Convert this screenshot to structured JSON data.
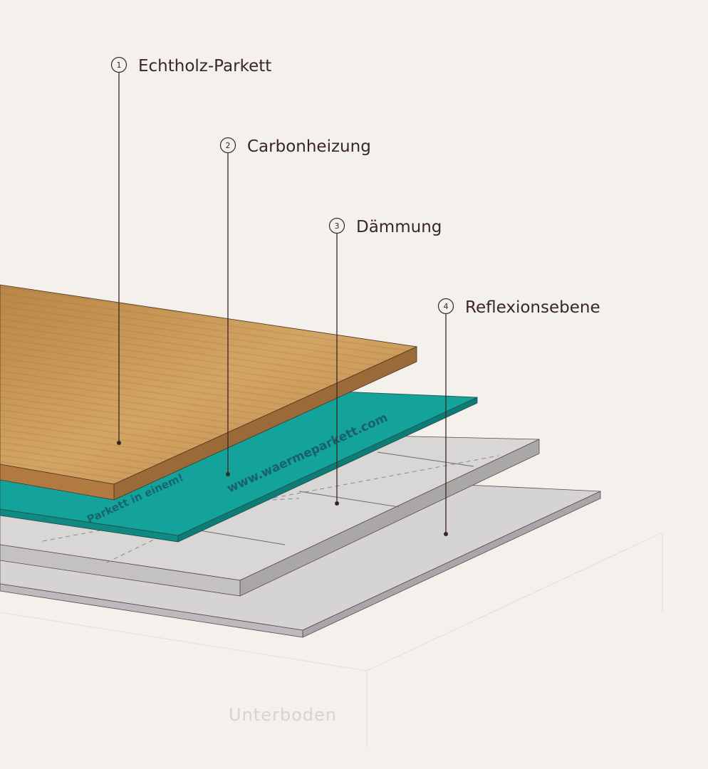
{
  "labels": [
    {
      "number": "1",
      "text": "Echtholz-Parkett"
    },
    {
      "number": "2",
      "text": "Carbonheizung"
    },
    {
      "number": "3",
      "text": "Dämmung"
    },
    {
      "number": "4",
      "text": "Reflexionsebene"
    }
  ],
  "base_label": "Unterboden",
  "heating_print": {
    "url": "www.waermeparkett.com",
    "slogan": "Parkett in einem!"
  },
  "colors": {
    "background": "#f4f0ec",
    "text": "#3a2626",
    "wood": "#c89a5a",
    "heating": "#12a39a",
    "insulation": "#d6d5d4",
    "reflection": "#d4d1d4"
  }
}
